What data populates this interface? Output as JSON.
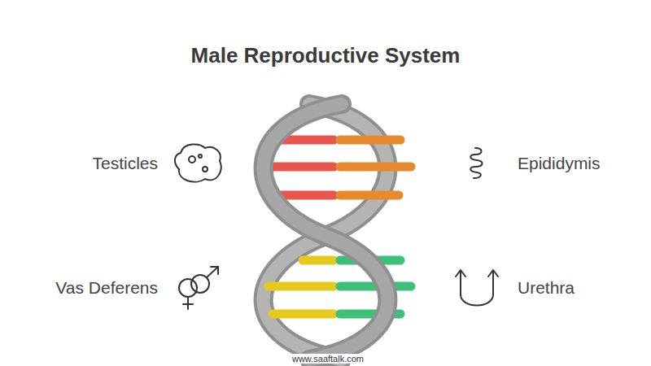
{
  "diagram": {
    "title": "Male Reproductive System",
    "labels": [
      "Testicles",
      "Epididymis",
      "Vas Deferens",
      "Urethra",
      "www.saaftalk.com"
    ]
  }
}
